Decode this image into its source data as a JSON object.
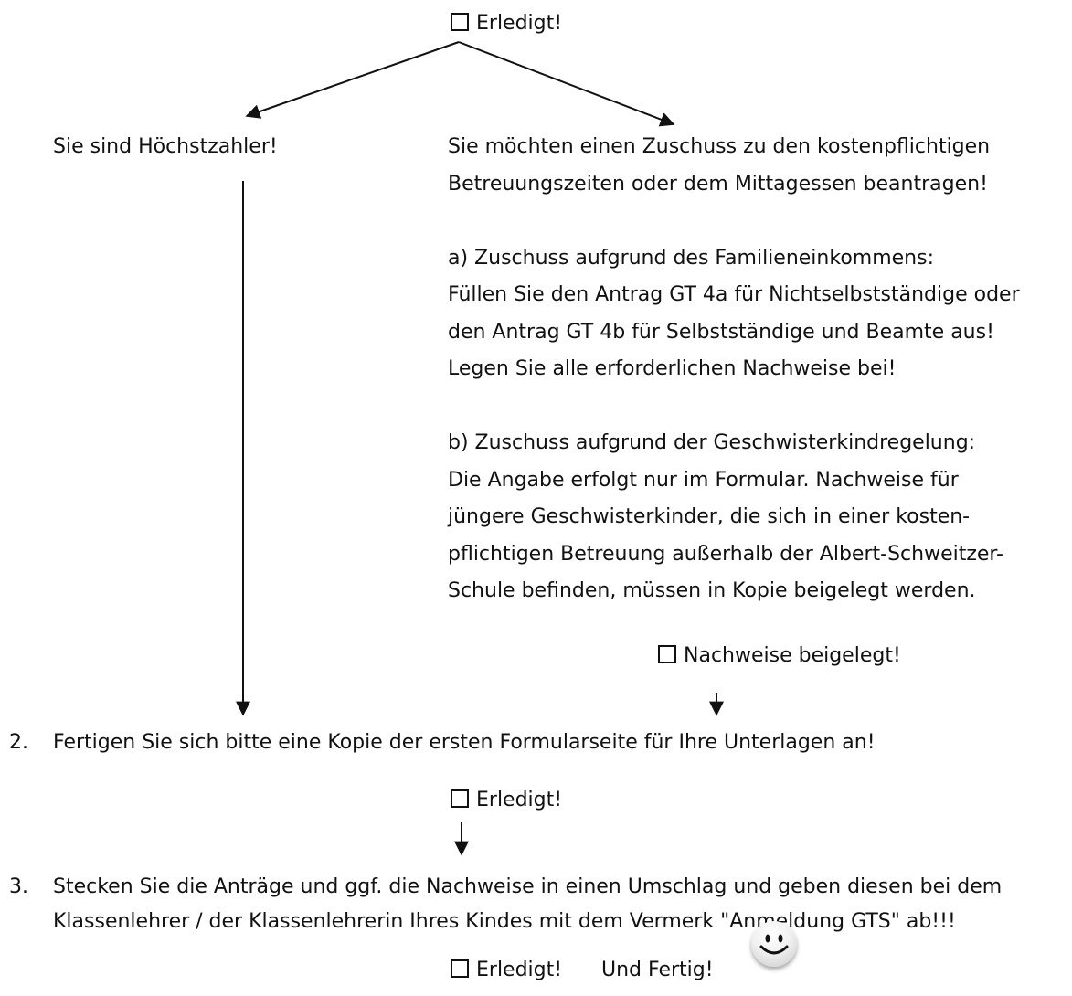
{
  "top_check": {
    "label": "Erledigt!"
  },
  "left_branch": {
    "text": "Sie sind Höchstzahler!"
  },
  "right_branch": {
    "heading_lines": [
      "Sie möchten einen Zuschuss zu den kostenpflichtigen",
      "Betreuungszeiten oder dem Mittagessen beantragen!"
    ],
    "a_lines": [
      "a) Zuschuss aufgrund des Familieneinkommens:",
      "Füllen Sie den Antrag GT 4a für Nichtselbstständige oder",
      "den Antrag GT 4b für Selbstständige und  Beamte aus!",
      "Legen Sie alle erforderlichen Nachweise bei!"
    ],
    "b_lines": [
      "b) Zuschuss aufgrund der Geschwisterkindregelung:",
      "Die Angabe erfolgt nur im Formular. Nachweise für",
      "jüngere Geschwisterkinder, die sich in einer kosten-",
      "pflichtigen Betreuung außerhalb der Albert-Schweitzer-",
      "Schule befinden, müssen in Kopie beigelegt werden."
    ],
    "check_label": "Nachweise beigelegt!"
  },
  "step2": {
    "number": "2.",
    "text": "Fertigen Sie sich bitte eine Kopie der ersten Formularseite für Ihre Unterlagen an!",
    "check_label": "Erledigt!"
  },
  "step3": {
    "number": "3.",
    "line1": "Stecken Sie die Anträge und ggf. die Nachweise in einen Umschlag und geben diesen bei dem",
    "line2": "Klassenlehrer / der Klassenlehrerin Ihres Kindes mit dem Vermerk \"Anmeldung GTS\" ab!!!",
    "check_label": "Erledigt!",
    "final_text": "Und Fertig!"
  },
  "smiley_icon": "smiley-face-icon"
}
